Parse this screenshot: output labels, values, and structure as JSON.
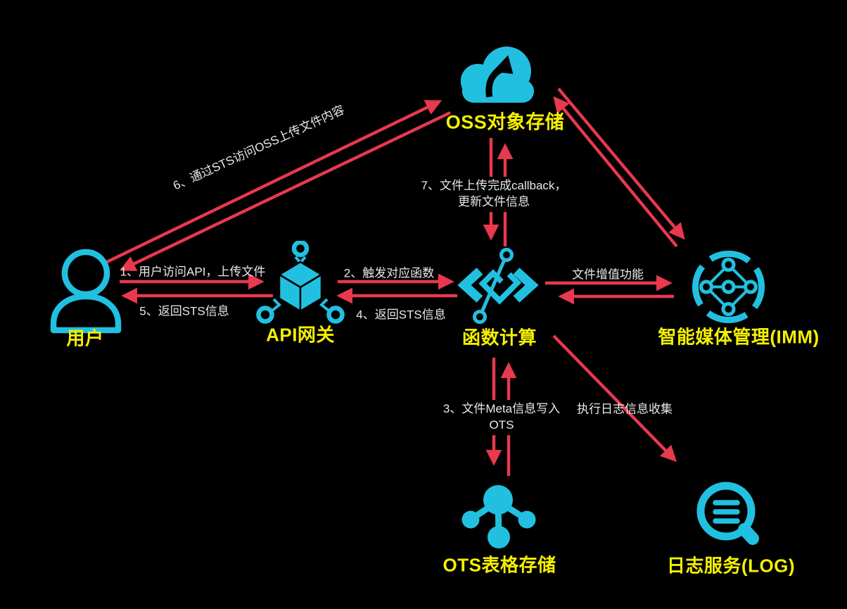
{
  "diagram": {
    "title": "OSS file upload architecture diagram",
    "background_color": "#000000",
    "icon_color": "#22c0e0",
    "node_label_color": "#f4f000",
    "arrow_color": "#e8394e",
    "edge_label_color": "#e9e9e9"
  },
  "nodes": {
    "oss": {
      "label": "OSS对象存储",
      "icon": "cloud-upload-icon"
    },
    "user": {
      "label": "用户",
      "icon": "person-outline-icon"
    },
    "api_gateway": {
      "label": "API网关",
      "icon": "cube-gateway-icon"
    },
    "function_compute": {
      "label": "函数计算",
      "icon": "code-brackets-icon"
    },
    "imm": {
      "label": "智能媒体管理(IMM)",
      "icon": "network-circle-icon"
    },
    "ots": {
      "label": "OTS表格存储",
      "icon": "molecule-icon"
    },
    "log": {
      "label": "日志服务(LOG)",
      "icon": "magnifier-lines-icon"
    }
  },
  "edges": {
    "user_to_api": {
      "label": "1、用户访问API，上传文件"
    },
    "api_to_user": {
      "label": "5、返回STS信息"
    },
    "api_to_fc": {
      "label": "2、触发对应函数"
    },
    "fc_to_api": {
      "label": "4、返回STS信息"
    },
    "fc_to_imm": {
      "label": "文件增值功能"
    },
    "user_to_oss": {
      "label": "6、通过STS访问OSS上传文件内容"
    },
    "oss_to_fc": {
      "label_line1": "7、文件上传完成callback，",
      "label_line2": "更新文件信息"
    },
    "fc_to_ots": {
      "label_line1": "3、文件Meta信息写入",
      "label_line2": "OTS"
    },
    "fc_to_log": {
      "label": "执行日志信息收集"
    }
  }
}
